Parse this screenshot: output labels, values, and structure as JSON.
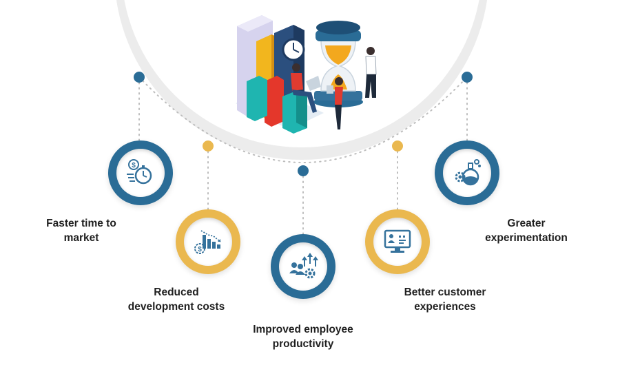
{
  "colors": {
    "blue": "#2a6c96",
    "gold": "#eab84f",
    "icon_blue": "#35729c",
    "text": "#1f1f1f",
    "dotted_line": "#bdbdbd"
  },
  "benefits": [
    {
      "label": "Faster time to\nmarket",
      "icon": "money-stopwatch-icon"
    },
    {
      "label": "Reduced\ndevelopment costs",
      "icon": "declining-cost-chart-icon"
    },
    {
      "label": "Improved employee\nproductivity",
      "icon": "team-growth-gear-icon"
    },
    {
      "label": "Better customer\nexperiences",
      "icon": "customer-rating-monitor-icon"
    },
    {
      "label": "Greater\nexperimentation",
      "icon": "flask-gear-icon"
    }
  ]
}
